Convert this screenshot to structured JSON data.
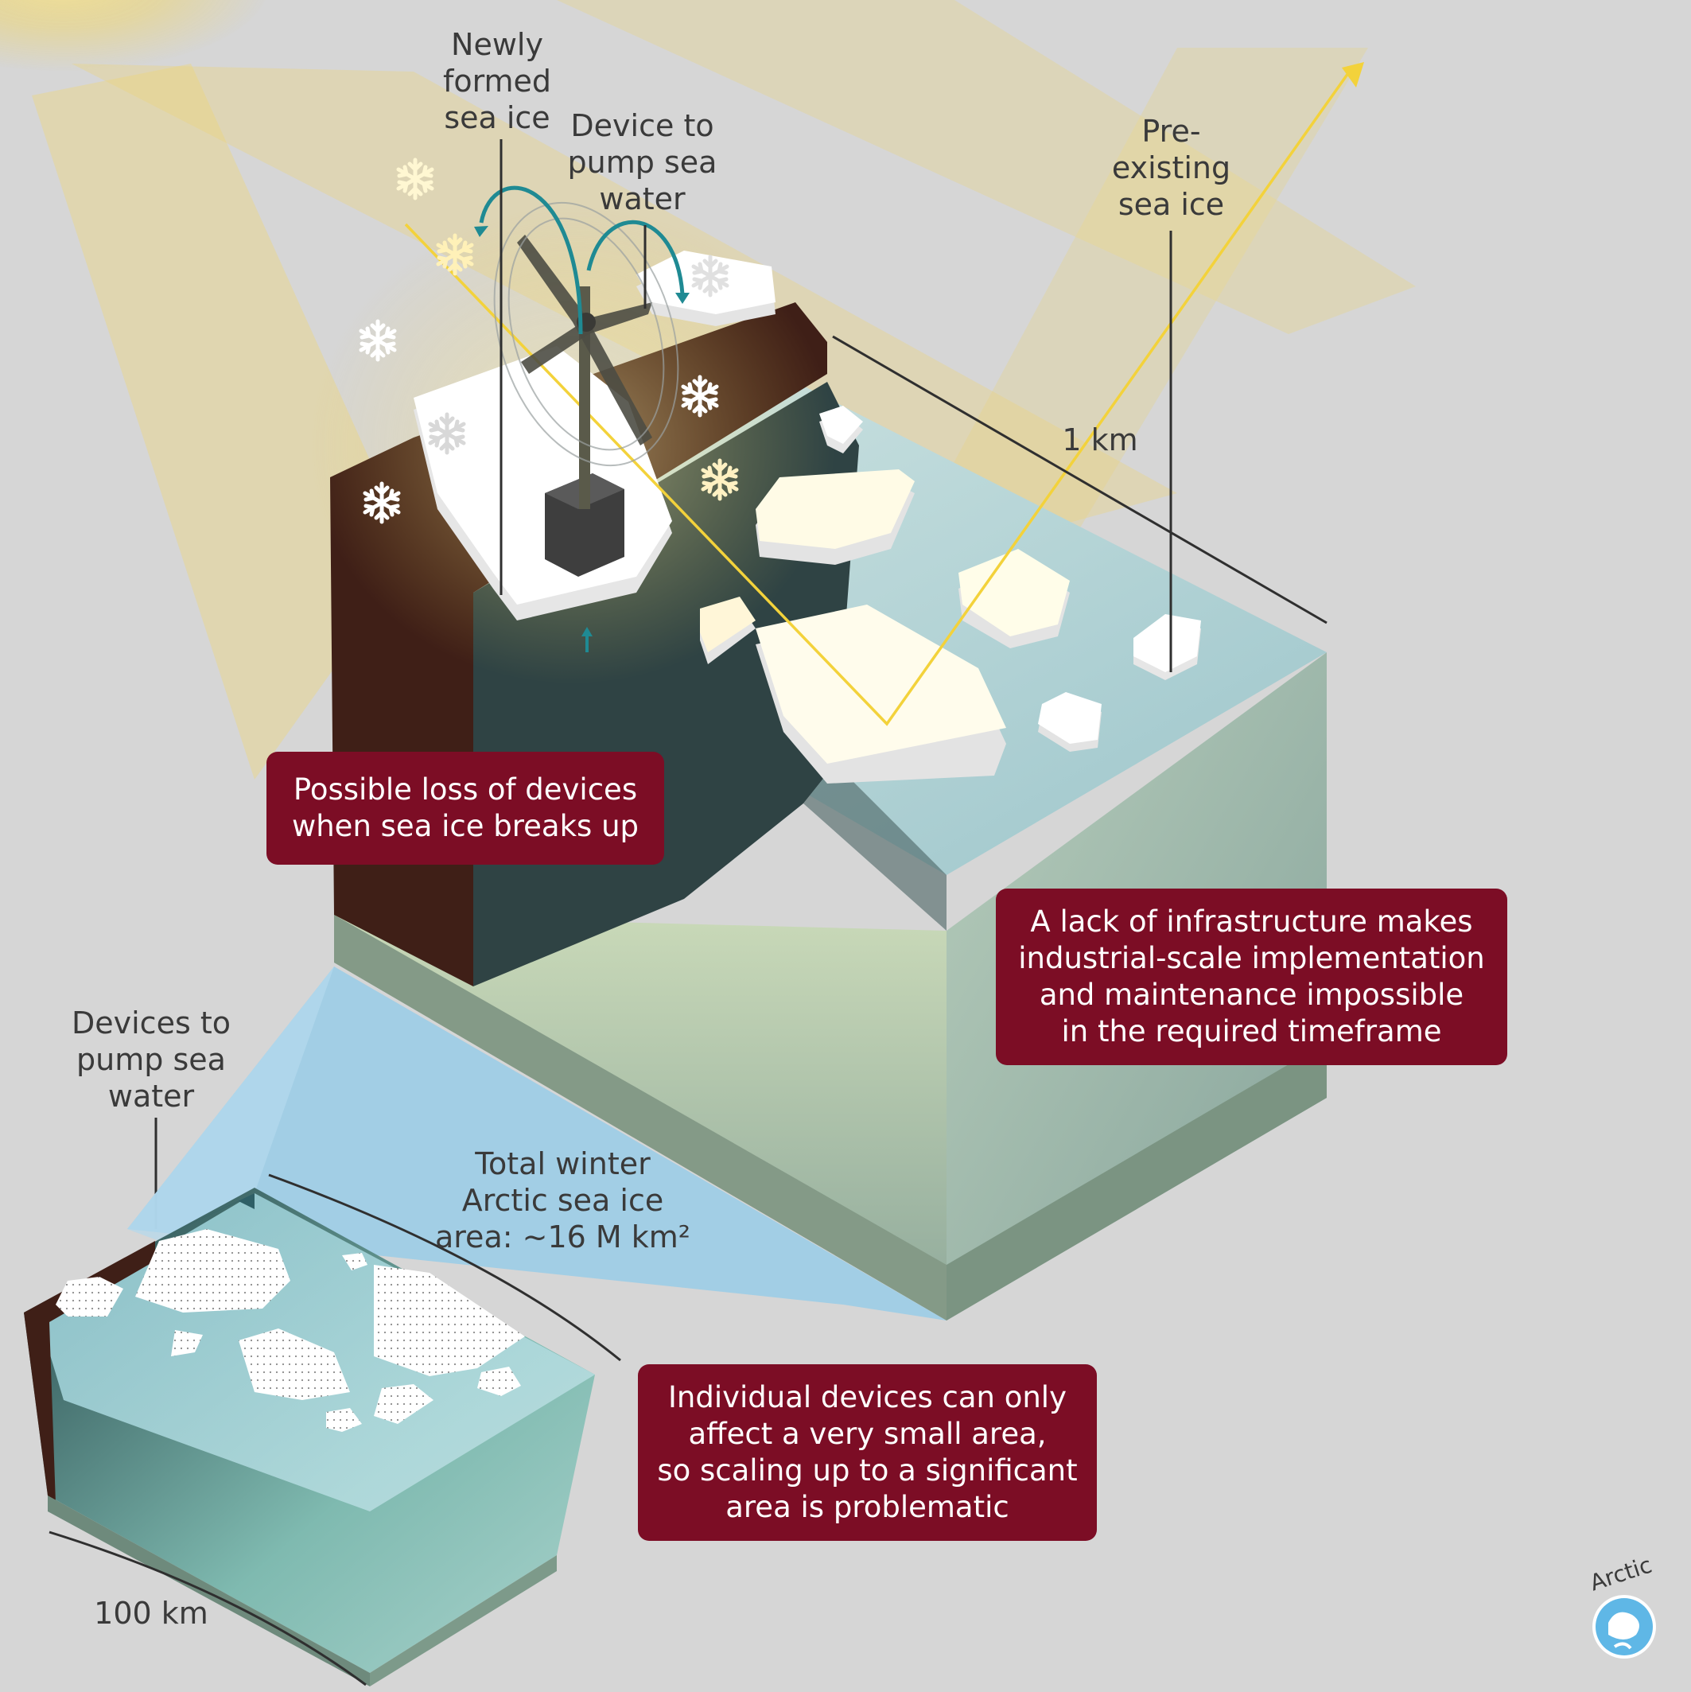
{
  "labels": {
    "newly_formed_ice": "Newly\nformed\nsea ice",
    "device_pump_top": "Device to\npump sea\nwater",
    "pre_existing_ice": "Pre-\nexisting\nsea ice",
    "scale_1km": "1 km",
    "devices_pump_bottom": "Devices to\npump sea\nwater",
    "total_area": "Total winter\nArctic sea ice\narea: ~16 M km²",
    "scale_100km": "100 km"
  },
  "callouts": {
    "loss_devices": "Possible loss of devices\nwhen sea ice breaks up",
    "infrastructure": "A lack of infrastructure makes\nindustrial-scale implementation\nand maintenance impossible\nin the required timeframe",
    "small_area": "Individual devices can only\naffect a very small area,\nso scaling up to a significant\narea is problematic"
  },
  "logo": {
    "text": "Arctic"
  },
  "colors": {
    "callout_bg": "#7c0d25",
    "sunlight": "#f1d35a",
    "reflected_ray": "#f3d23b",
    "water": "#a9cfd3",
    "deep_water": "#2c4b4d",
    "rock": "#3f1f17",
    "ice": "#ffffff",
    "pump_arrow": "#1f8a93",
    "area_highlight": "#9fcde6"
  },
  "icons": [
    "snowflake-icon",
    "pump-device-icon",
    "arctic-globe-icon",
    "water-arrow-icon"
  ]
}
